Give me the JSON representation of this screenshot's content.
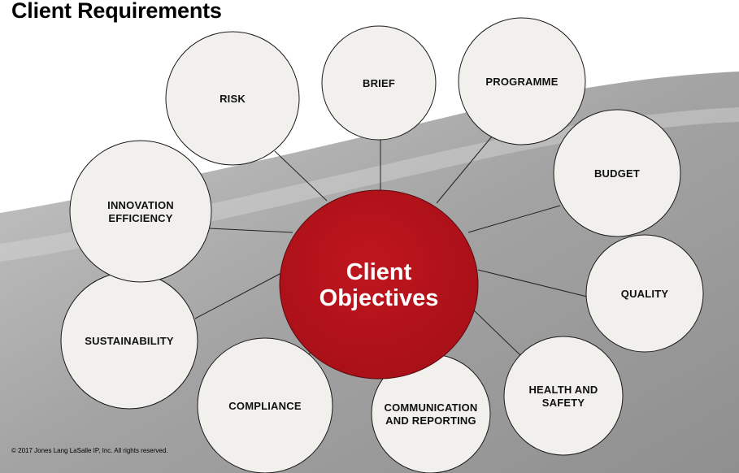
{
  "title": "Client Requirements",
  "footer": "© 2017 Jones Lang LaSalle IP, Inc. All rights reserved.",
  "colors": {
    "center_fill": "#b5121b",
    "node_fill": "#f1f0ec",
    "band": "#9d9d9d"
  },
  "center": {
    "lines": [
      "Client",
      "Objectives"
    ]
  },
  "nodes": [
    {
      "id": "risk",
      "lines": [
        "RISK"
      ]
    },
    {
      "id": "brief",
      "lines": [
        "BRIEF"
      ]
    },
    {
      "id": "programme",
      "lines": [
        "PROGRAMME"
      ]
    },
    {
      "id": "budget",
      "lines": [
        "BUDGET"
      ]
    },
    {
      "id": "quality",
      "lines": [
        "QUALITY"
      ]
    },
    {
      "id": "health-and-safety",
      "lines": [
        "HEALTH AND",
        "SAFETY"
      ]
    },
    {
      "id": "communication-and-reporting",
      "lines": [
        "COMMUNICATION",
        "AND REPORTING"
      ]
    },
    {
      "id": "compliance",
      "lines": [
        "COMPLIANCE"
      ]
    },
    {
      "id": "sustainability",
      "lines": [
        "SUSTAINABILITY"
      ]
    },
    {
      "id": "innovation-efficiency",
      "lines": [
        "INNOVATION",
        "EFFICIENCY"
      ]
    }
  ]
}
